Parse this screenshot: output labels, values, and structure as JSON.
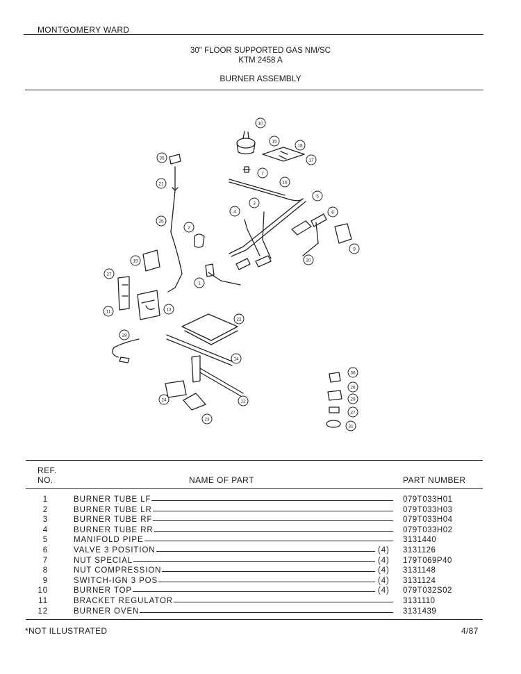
{
  "header": {
    "brand": "MONTGOMERY WARD",
    "title_line1": "30\" FLOOR SUPPORTED GAS NM/SC",
    "title_line2": "KTM 2458 A",
    "section": "BURNER ASSEMBLY"
  },
  "diagram": {
    "callouts": [
      "10",
      "15",
      "16",
      "17",
      "18",
      "35",
      "7",
      "21",
      "5",
      "3",
      "4",
      "6",
      "25",
      "2",
      "9",
      "19",
      "20",
      "1",
      "27",
      "11",
      "13",
      "22",
      "28",
      "14",
      "30",
      "26",
      "29",
      "24",
      "12",
      "27",
      "31",
      "23"
    ]
  },
  "table": {
    "col_ref": "REF.",
    "col_no": "NO.",
    "col_name": "NAME OF PART",
    "col_part": "PART NUMBER",
    "rows": [
      {
        "no": "1",
        "name": "BURNER TUBE LF",
        "qty": "",
        "part": "079T033H01"
      },
      {
        "no": "2",
        "name": "BURNER TUBE LR",
        "qty": "",
        "part": "079T033H03"
      },
      {
        "no": "3",
        "name": "BURNER TUBE RF",
        "qty": "",
        "part": "079T033H04"
      },
      {
        "no": "4",
        "name": "BURNER TUBE RR",
        "qty": "",
        "part": "079T033H02"
      },
      {
        "no": "5",
        "name": "MANIFOLD PIPE",
        "qty": "",
        "part": "3131440"
      },
      {
        "no": "6",
        "name": "VALVE 3 POSITION",
        "qty": "(4)",
        "part": "3131126"
      },
      {
        "no": "7",
        "name": "NUT SPECIAL",
        "qty": "(4)",
        "part": "179T069P40"
      },
      {
        "no": "8",
        "name": "NUT COMPRESSION",
        "qty": "(4)",
        "part": "3131148"
      },
      {
        "no": "9",
        "name": "SWITCH-IGN 3 POS",
        "qty": "(4)",
        "part": "3131124"
      },
      {
        "no": "10",
        "name": "BURNER TOP",
        "qty": "(4)",
        "part": "079T032S02"
      },
      {
        "no": "11",
        "name": "BRACKET REGULATOR",
        "qty": "",
        "part": "3131110"
      },
      {
        "no": "12",
        "name": "BURNER OVEN",
        "qty": "",
        "part": "3131439"
      }
    ]
  },
  "footer": {
    "note": "*NOT ILLUSTRATED",
    "date": "4/87"
  }
}
